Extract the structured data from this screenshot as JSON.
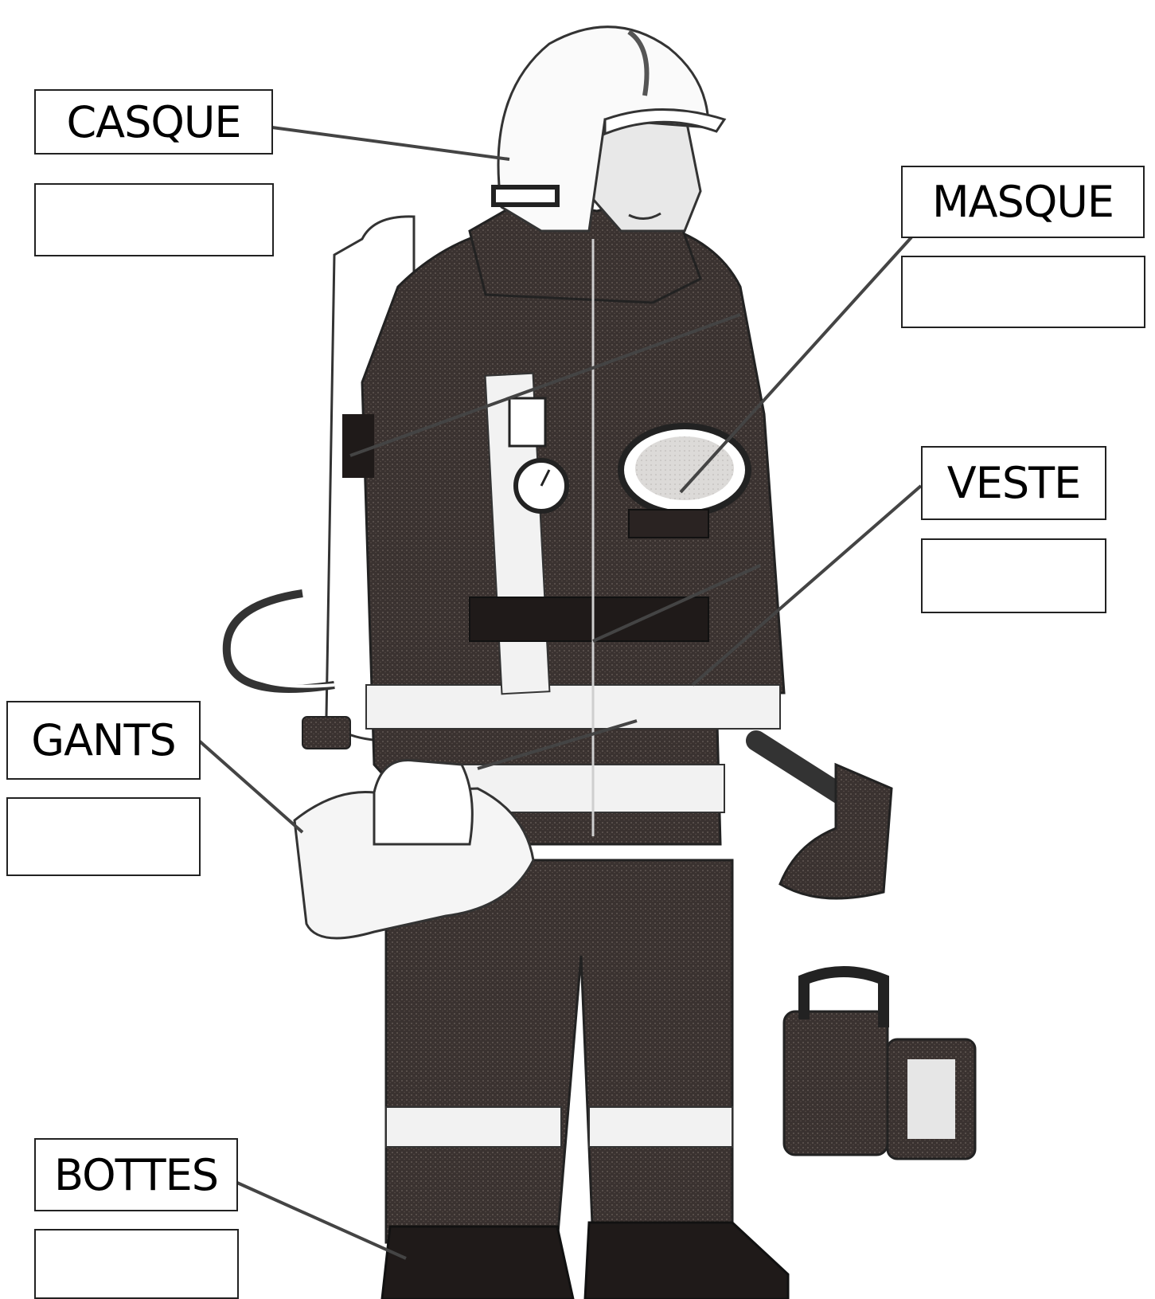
{
  "labels": {
    "casque": "CASQUE",
    "masque": "MASQUE",
    "veste": "VESTE",
    "gants": "GANTS",
    "bottes": "BOTTES"
  },
  "answers": {
    "casque": "",
    "masque": "",
    "veste": "",
    "gants": "",
    "bottes": ""
  }
}
